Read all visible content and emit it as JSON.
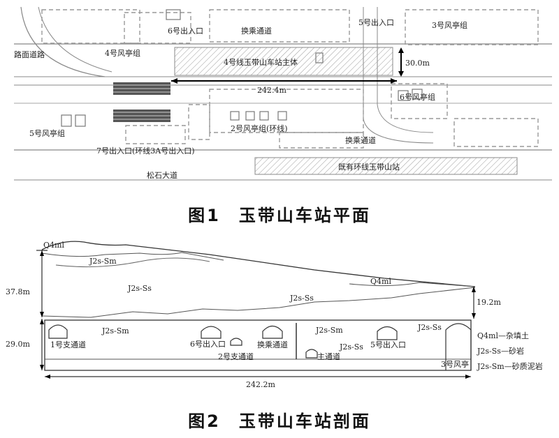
{
  "figure1": {
    "caption_number": "图1",
    "caption_title": "玉带山车站平面",
    "labels": {
      "exit6": "6号出入口",
      "transfer_top": "换乘通道",
      "exit5": "5号出入口",
      "vent3": "3号风亭组",
      "road": "路面道路",
      "vent4": "4号风亭组",
      "main_body": "4号线玉带山车站主体",
      "width": "30.0m",
      "length": "242.4m",
      "vent6": "6号风亭组",
      "vent5": "5号风亭组",
      "vent2": "2号风亭组(环线)",
      "transfer_bottom": "换乘通道",
      "exit7": "7号出入口(环线3A号出入口)",
      "avenue": "松石大道",
      "ring_station": "既有环线玉带山站"
    }
  },
  "figure2": {
    "caption_number": "图2",
    "caption_title": "玉带山车站剖面",
    "labels": {
      "q4_left": "Q4ml",
      "j2s_sm_top": "J2s-Sm",
      "height_378": "37.8m",
      "j2s_ss_left": "J2s-Ss",
      "j2s_ss_mid": "J2s-Ss",
      "q4_right": "Q4ml",
      "height_192": "19.2m",
      "height_290": "29.0m",
      "j2s_sm_mid_left": "J2s-Sm",
      "j2s_sm_mid_right": "J2s-Sm",
      "j2s_ss_right": "J2s-Ss",
      "j2s_ss_low": "J2s-Ss",
      "branch1": "1号支通道",
      "exit6": "6号出入口",
      "transfer": "换乘通道",
      "exit5": "5号出入口",
      "branch2": "2号支通道",
      "main_passage": "主通道",
      "vent3": "3号风亭",
      "length": "242.2m"
    },
    "legend": [
      {
        "symbol": "Q4ml",
        "desc": "—杂填土"
      },
      {
        "symbol": "J2s-Ss",
        "desc": "—砂岩"
      },
      {
        "symbol": "J2s-Sm",
        "desc": "—砂质泥岩"
      }
    ]
  }
}
